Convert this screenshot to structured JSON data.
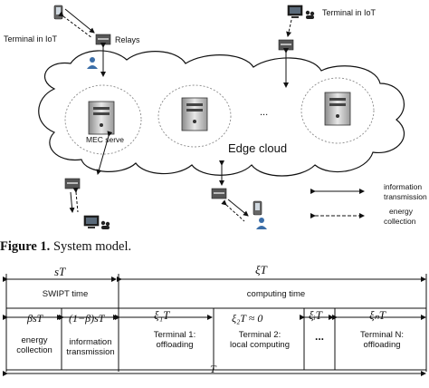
{
  "diagram": {
    "labels": {
      "terminal_iot_left": "Terminal in IoT",
      "relays": "Relays",
      "terminal_iot_right": "Terminal in IoT",
      "mec_server": "MEC serve",
      "ellipsis": "...",
      "edge_cloud": "Edge cloud"
    },
    "legend": {
      "info_line1": "information",
      "info_line2": "transmission",
      "energy_line1": "energy",
      "energy_line2": "collection"
    }
  },
  "caption": {
    "figure_label": "Figure 1.",
    "figure_text": " System model."
  },
  "timeline": {
    "sT": "sT",
    "xiT": "ξT",
    "swipt_time": "SWIPT time",
    "computing_time": "computing time",
    "beta_sT": "βsT",
    "one_minus_beta_sT": "(1−β)sT",
    "xi1T": "ξ₁T",
    "xi2T_approx": "ξ₂T ≈ 0",
    "xiiT": "ξᵢT",
    "xiNT": "ξₙT",
    "energy_collection_1": "energy",
    "energy_collection_2": "collection",
    "info_transmission_1": "information",
    "info_transmission_2": "transmission",
    "terminal1_1": "Terminal 1:",
    "terminal1_2": "offloading",
    "terminal2_1": "Terminal 2:",
    "terminal2_2": "local computing",
    "dots": "...",
    "terminalN_1": "Terminal N:",
    "terminalN_2": "offloading",
    "T": "T"
  }
}
